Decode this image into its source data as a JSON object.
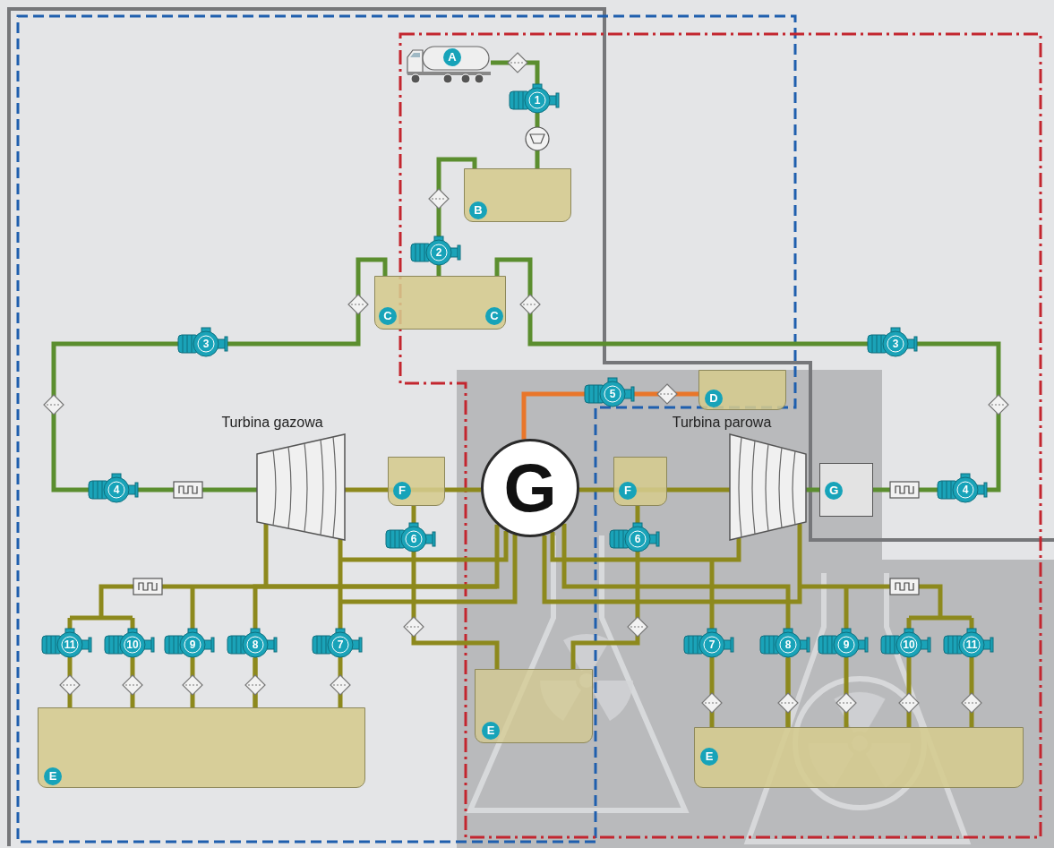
{
  "diagram": {
    "nodes": [
      {
        "text": [
          "A"
        ]
      },
      {
        "text": [
          "B"
        ]
      },
      {
        "text": [
          "C",
          "C"
        ]
      },
      {
        "text": [
          "D"
        ]
      },
      {
        "text": [
          "G"
        ]
      },
      {
        "text": [
          "F"
        ]
      },
      {
        "text": [
          "F"
        ]
      },
      {
        "text": [
          "G"
        ]
      },
      {
        "text": [
          "E"
        ]
      },
      {
        "text": [
          "E"
        ]
      },
      {
        "text": [
          "E"
        ]
      }
    ],
    "edges": [
      {
        "from": 0,
        "to": 1,
        "arrow": "none"
      },
      {
        "from": 1,
        "to": 2,
        "arrow": "none"
      },
      {
        "from": 2,
        "to": 7,
        "arrow": "none"
      },
      {
        "from": 3,
        "to": 4,
        "arrow": "none"
      },
      {
        "from": 5,
        "to": 9,
        "arrow": "none"
      },
      {
        "from": 6,
        "to": 9,
        "arrow": "none"
      },
      {
        "from": 8,
        "to": 4,
        "arrow": "none"
      },
      {
        "from": 10,
        "to": 4,
        "arrow": "none"
      }
    ],
    "labels": [
      "1",
      "2",
      "3",
      "3",
      "5",
      "Turbina gazowa",
      "Turbina parowa",
      "4",
      "4",
      "6",
      "6",
      "11",
      "10",
      "9",
      "8",
      "7",
      "7",
      "8",
      "9",
      "10",
      "11"
    ]
  }
}
